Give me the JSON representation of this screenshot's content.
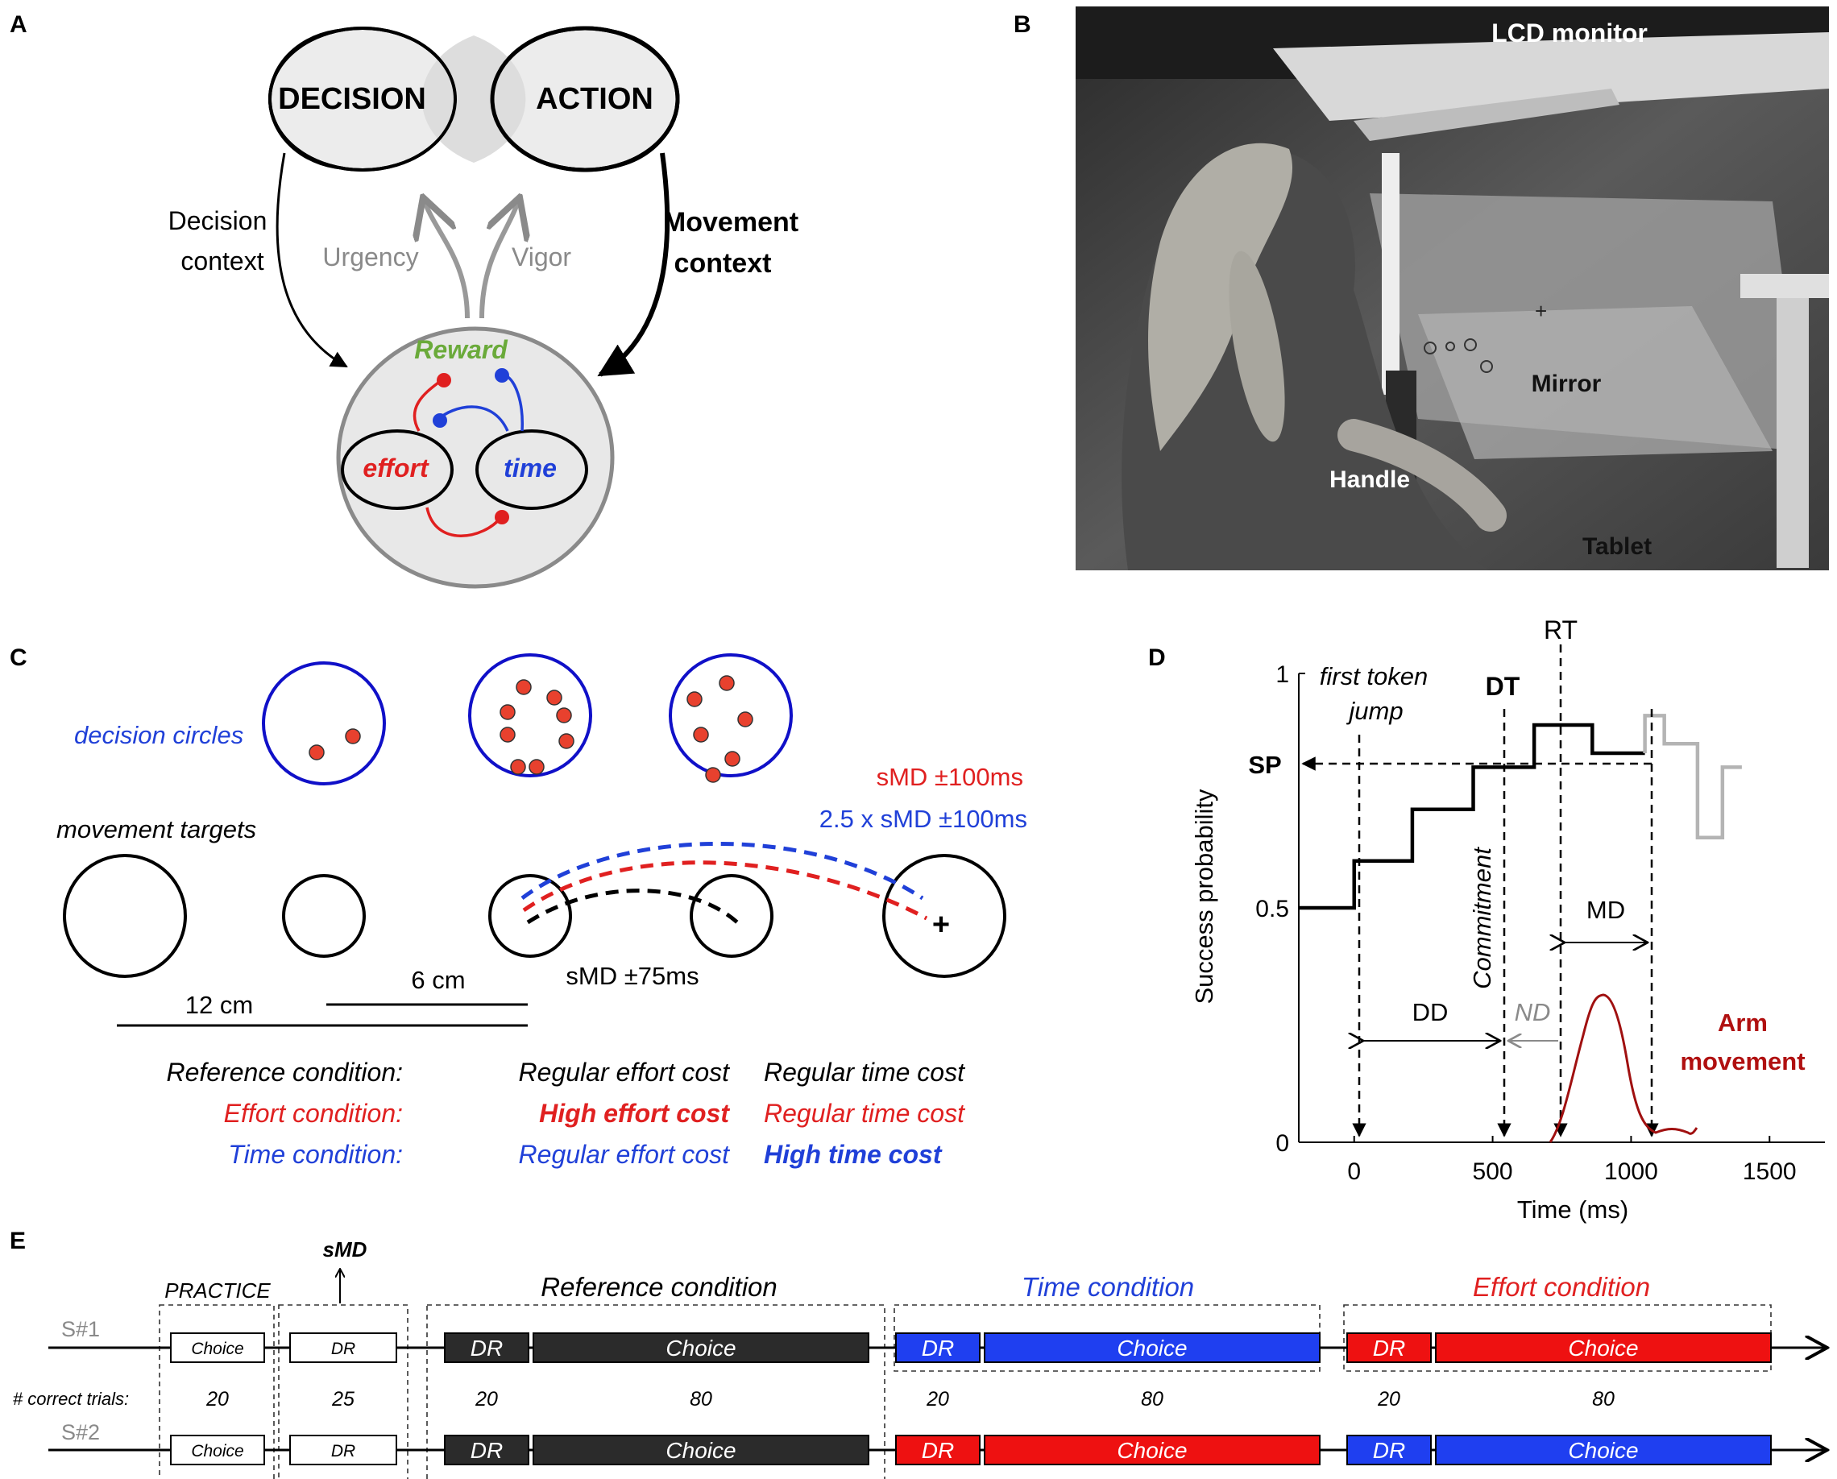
{
  "panel_labels": {
    "a": "A",
    "b": "B",
    "c": "C",
    "d": "D",
    "e": "E"
  },
  "panel_a": {
    "decision": "DECISION",
    "action": "ACTION",
    "decision_context_1": "Decision",
    "decision_context_2": "context",
    "movement_context_1": "Movement",
    "movement_context_2": "context",
    "urgency": "Urgency",
    "vigor": "Vigor",
    "reward": "Reward",
    "effort": "effort",
    "time": "time"
  },
  "panel_b": {
    "lcd_monitor": "LCD monitor",
    "mirror": "Mirror",
    "handle": "Handle",
    "tablet": "Tablet"
  },
  "panel_c": {
    "decision_circles": "decision circles",
    "movement_targets": "movement targets",
    "smd_red": "sMD ±100ms",
    "smd_blue": "2.5 x sMD ±100ms",
    "smd_black": "sMD ±75ms",
    "scale_12": "12 cm",
    "scale_6": "6 cm",
    "conditions": [
      {
        "name": "Reference condition:",
        "effort": "Regular effort cost",
        "time": "Regular time cost",
        "color": "#000000"
      },
      {
        "name": "Effort condition:",
        "effort": "High effort cost",
        "time": "Regular time cost",
        "color": "#e02020"
      },
      {
        "name": "Time condition:",
        "effort": "Regular effort cost",
        "time": "High time cost",
        "color": "#2040d8"
      }
    ]
  },
  "panel_d": {
    "ylabel": "Success probability",
    "xlabel": "Time (ms)",
    "first_token_1": "first token",
    "first_token_2": "jump",
    "dt": "DT",
    "rt": "RT",
    "sp": "SP",
    "commitment": "Commitment",
    "md": "MD",
    "dd": "DD",
    "nd": "ND",
    "arm_movement_1": "Arm",
    "arm_movement_2": "movement"
  },
  "chart_data": {
    "type": "line",
    "xlabel": "Time (ms)",
    "ylabel": "Success probability",
    "xlim": [
      -200,
      1700
    ],
    "ylim": [
      0,
      1
    ],
    "xticks": [
      "0",
      "500",
      "1000",
      "1500"
    ],
    "yticks": [
      "0",
      "0.5",
      "1"
    ],
    "series": [
      {
        "x": [
          -200,
          0,
          0,
          210,
          210,
          430,
          430,
          650,
          650,
          860,
          860,
          1050
        ],
        "y": [
          0.5,
          0.5,
          0.6,
          0.6,
          0.71,
          0.71,
          0.8,
          0.8,
          0.89,
          0.89,
          0.83,
          0.83
        ]
      },
      {
        "x": [
          1050,
          1050,
          1120,
          1120,
          1240,
          1240,
          1330,
          1330,
          1400
        ],
        "y": [
          0.83,
          0.91,
          0.91,
          0.85,
          0.85,
          0.65,
          0.65,
          0.8,
          0.8
        ]
      }
    ]
  },
  "panel_e": {
    "smd": "sMD",
    "practice": "PRACTICE",
    "reference_condition": "Reference condition",
    "time_condition": "Time condition",
    "effort_condition": "Effort condition",
    "s1": "S#1",
    "s2": "S#2",
    "correct_trials": "# correct trials:",
    "choice": "Choice",
    "dr": "DR",
    "counts": [
      "20",
      "25",
      "20",
      "80",
      "20",
      "80",
      "20",
      "80"
    ]
  },
  "colors": {
    "black": "#000000",
    "red": "#e02020",
    "blue": "#2040d8",
    "green": "#6aaa3a",
    "gray": "#8a8a8a",
    "block_black": "#2b2b2b",
    "block_blue": "#1f3ff0",
    "block_red": "#ee1111"
  }
}
